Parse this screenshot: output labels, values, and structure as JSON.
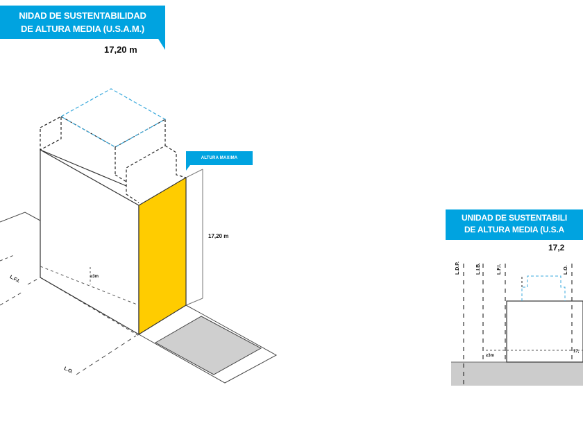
{
  "banner_left": {
    "line1": "NIDAD DE SUSTENTABILIDAD",
    "line2": "DE ALTURA MEDIA (U.S.A.M.)"
  },
  "height_left": "17,20 m",
  "tag_altura": "ALTURA MAXIMA",
  "height_mid": "17,20 m",
  "separation_left": "≥3m",
  "lo_left": "L.O.",
  "lfi_left": "L.F.I.",
  "banner_right": {
    "line1": "UNIDAD DE SUSTENTABILI",
    "line2": "DE ALTURA MEDIA (U.S.A"
  },
  "height_right": "17,2",
  "separation_right": "≥3m",
  "height_right_side": "17,",
  "elev_labels": [
    "L.D.P.",
    "L.I.B.",
    "L.F.I.",
    "L.O."
  ],
  "colors": {
    "accent_blue": "#00a3e0",
    "facade_yellow": "#ffcc00",
    "sidewalk_gray": "#cfcfcf",
    "ground_gray": "#cccccc",
    "line_dark": "#333333"
  }
}
